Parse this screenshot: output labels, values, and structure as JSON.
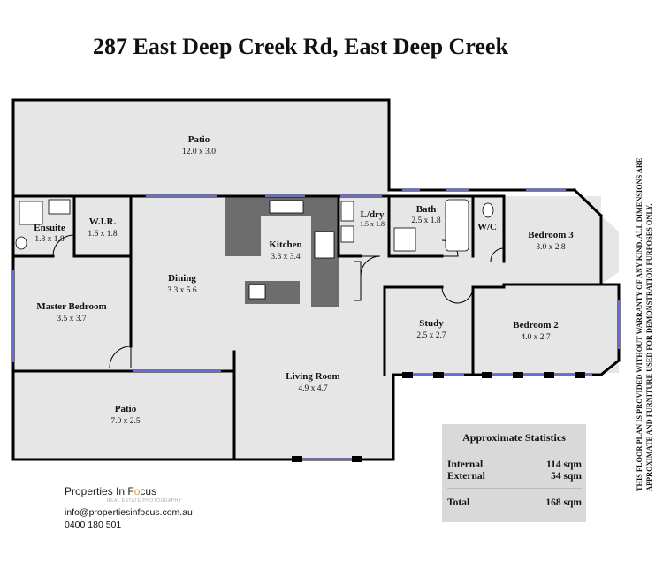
{
  "title": "287 East Deep Creek Rd, East Deep Creek",
  "rooms": {
    "patio_top": {
      "name": "Patio",
      "dims": "12.0 x 3.0"
    },
    "ensuite": {
      "name": "Ensuite",
      "dims": "1.8 x 1.8"
    },
    "wir": {
      "name": "W.I.R.",
      "dims": "1.6 x 1.8"
    },
    "dining": {
      "name": "Dining",
      "dims": "3.3 x 5.6"
    },
    "kitchen": {
      "name": "Kitchen",
      "dims": "3.3 x 3.4"
    },
    "laundry": {
      "name": "L/dry",
      "dims": "1.5 x 1.8"
    },
    "bath": {
      "name": "Bath",
      "dims": "2.5 x 1.8"
    },
    "wc": {
      "name": "W/C"
    },
    "bedroom3": {
      "name": "Bedroom 3",
      "dims": "3.0 x 2.8"
    },
    "master": {
      "name": "Master Bedroom",
      "dims": "3.5 x 3.7"
    },
    "study": {
      "name": "Study",
      "dims": "2.5 x 2.7"
    },
    "bedroom2": {
      "name": "Bedroom 2",
      "dims": "4.0 x 2.7"
    },
    "patio_bottom": {
      "name": "Patio",
      "dims": "7.0 x 2.5"
    },
    "living": {
      "name": "Living Room",
      "dims": "4.9 x 4.7"
    }
  },
  "stats": {
    "heading": "Approximate Statistics",
    "internal_label": "Internal",
    "internal_value": "114 sqm",
    "external_label": "External",
    "external_value": "54 sqm",
    "total_label": "Total",
    "total_value": "168 sqm"
  },
  "brand": {
    "name_part1": "Properties In F",
    "name_accent": "o",
    "name_part2": "cus",
    "tagline": "REAL ESTATE PHOTOGRAPHY"
  },
  "contact": {
    "email": "info@propertiesinfocus.com.au",
    "phone": "0400 180 501"
  },
  "disclaimer": "THIS FLOOR PLAN IS PROVIDED WITHOUT WARRANTY OF ANY KIND. ALL DIMENSIONS ARE APPROXIMATE AND FURNITURE USED FOR DEMONSTRATION PURPOSES ONLY.",
  "colors": {
    "wall": "#000000",
    "floor": "#e6e6e6",
    "kitchen_bench": "#6d6d6d",
    "window": "#6a6ad8",
    "stats_bg": "#d9d9d9",
    "brand_accent": "#e69a2e"
  }
}
